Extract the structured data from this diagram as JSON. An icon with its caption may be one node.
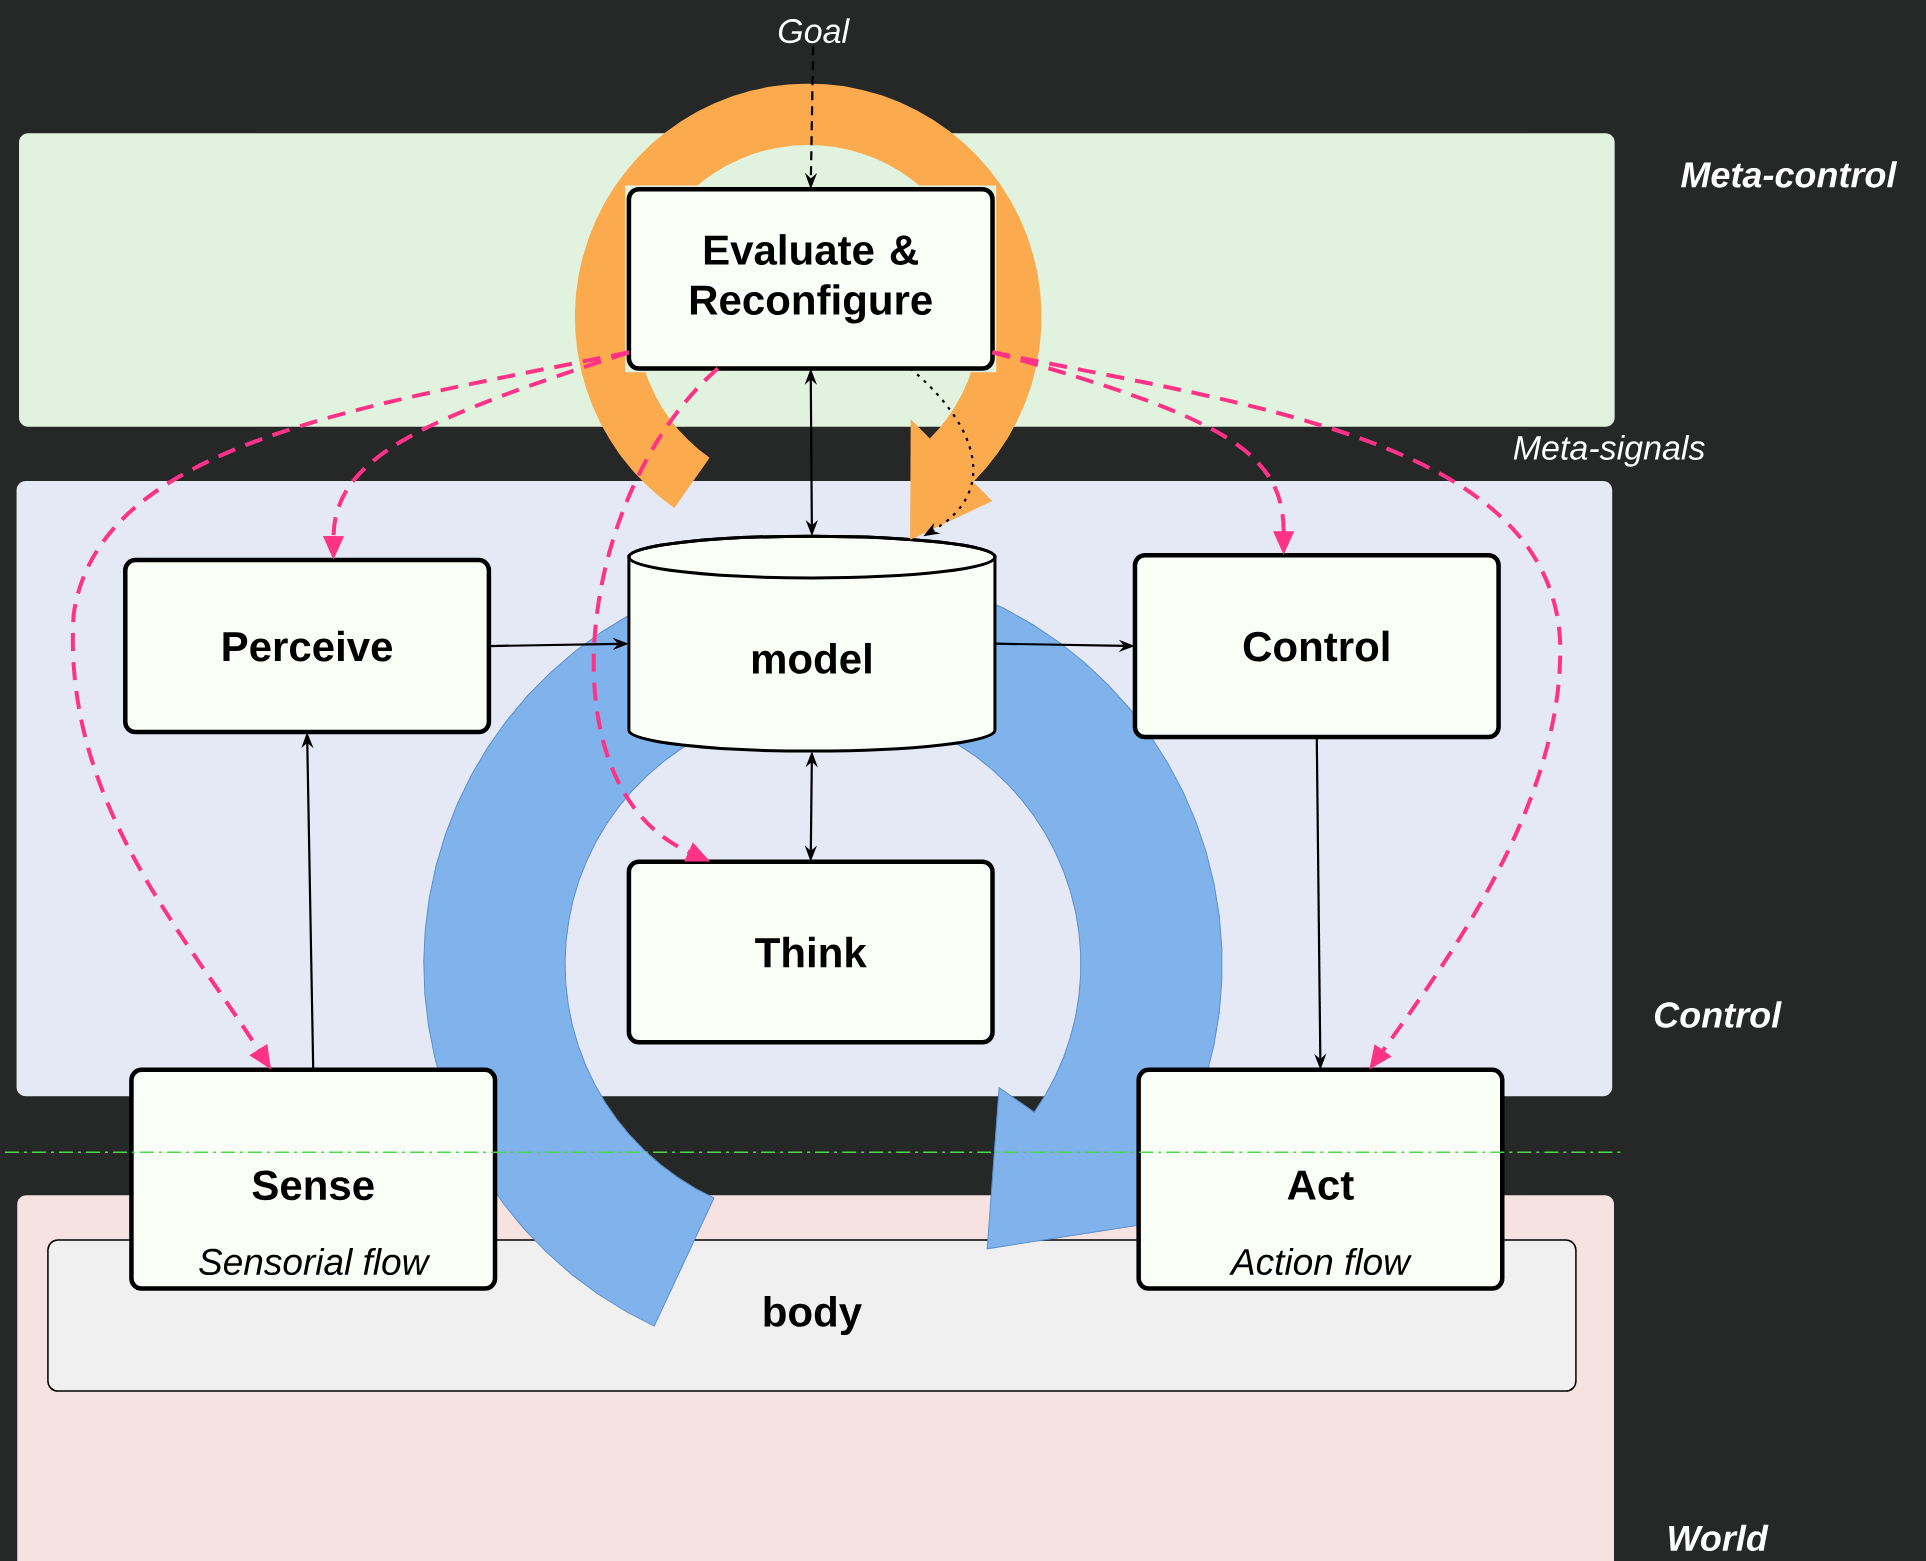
{
  "diagram": {
    "nodes": [
      {
        "text": [
          "Meta-control"
        ]
      },
      {
        "text": [
          "Evaluate & Reconfigure"
        ],
        "in": 0
      },
      {
        "text": [
          "Control"
        ]
      },
      {
        "text": [
          "Perceive"
        ],
        "in": 2
      },
      {
        "text": [
          "model"
        ],
        "in": 2
      },
      {
        "text": [
          "Control"
        ],
        "in": 2
      },
      {
        "text": [
          "Think"
        ],
        "in": 2
      },
      {
        "text": [
          "World"
        ]
      },
      {
        "text": [
          "body"
        ],
        "in": 7
      },
      {
        "text": [
          "Sense",
          "Sensorial flow"
        ]
      },
      {
        "text": [
          "Act",
          "Action flow"
        ]
      },
      {
        "text": [
          "Goal"
        ]
      }
    ],
    "edges": [
      {
        "from": 11,
        "to": 1,
        "arrow": "to",
        "style": "dashed"
      },
      {
        "from": 1,
        "to": 4,
        "arrow": "both"
      },
      {
        "from": 1,
        "to": 4,
        "arrow": "to",
        "style": "dashed"
      },
      {
        "from": 3,
        "to": 4,
        "arrow": "to"
      },
      {
        "from": 4,
        "to": 5,
        "arrow": "to"
      },
      {
        "from": 4,
        "to": 6,
        "arrow": "both"
      },
      {
        "from": 5,
        "to": 10,
        "arrow": "to"
      },
      {
        "from": 9,
        "to": 3,
        "arrow": "to"
      },
      {
        "from": 1,
        "to": 3,
        "arrow": "to",
        "style": "dashed",
        "color": "#ff3385"
      },
      {
        "from": 1,
        "to": 9,
        "arrow": "to",
        "style": "dashed",
        "color": "#ff3385"
      },
      {
        "from": 1,
        "to": 6,
        "arrow": "to",
        "style": "dashed",
        "color": "#ff3385"
      },
      {
        "from": 1,
        "to": 5,
        "arrow": "to",
        "style": "dashed",
        "color": "#ff3385"
      },
      {
        "from": 1,
        "to": 10,
        "arrow": "to",
        "style": "dashed",
        "color": "#ff3385"
      },
      {
        "from": 1,
        "to": 4,
        "arrow": "to",
        "style": "thick",
        "color": "#fbaa4e"
      }
    ],
    "labels": [
      "Meta-signals"
    ]
  }
}
